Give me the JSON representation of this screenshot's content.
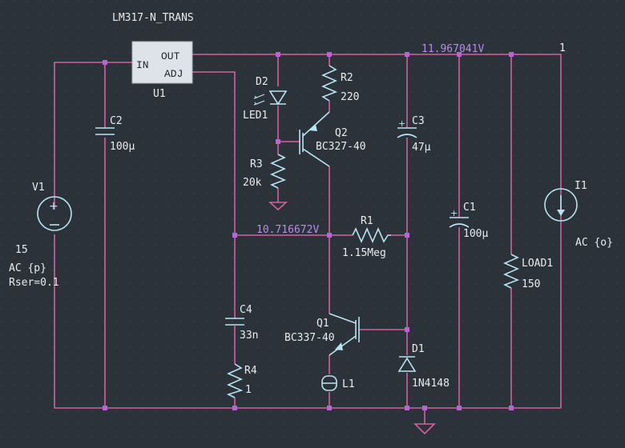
{
  "title": "LM317-N_TRANS",
  "net_label": "1",
  "voltages": {
    "out": "11.967041V",
    "adj": "10.716672V"
  },
  "u1": {
    "ref": "U1",
    "pin_in": "IN",
    "pin_out": "OUT",
    "pin_adj": "ADJ"
  },
  "v1": {
    "ref": "V1",
    "value": "15",
    "ac": "AC {p}",
    "rser": "Rser=0.1"
  },
  "c2": {
    "ref": "C2",
    "value": "100µ"
  },
  "d2": {
    "ref": "D2",
    "value": "LED1"
  },
  "r3": {
    "ref": "R3",
    "value": "20k"
  },
  "r2": {
    "ref": "R2",
    "value": "220"
  },
  "q2": {
    "ref": "Q2",
    "value": "BC327-40"
  },
  "c3": {
    "ref": "C3",
    "value": "47µ"
  },
  "c1": {
    "ref": "C1",
    "value": "100µ"
  },
  "i1": {
    "ref": "I1",
    "value": "AC {o}"
  },
  "load1": {
    "ref": "LOAD1",
    "value": "150"
  },
  "r1": {
    "ref": "R1",
    "value": "1.15Meg"
  },
  "c4": {
    "ref": "C4",
    "value": "33n"
  },
  "r4": {
    "ref": "R4",
    "value": "1"
  },
  "q1": {
    "ref": "Q1",
    "value": "BC337-40"
  },
  "l1": {
    "ref": "L1"
  },
  "d1": {
    "ref": "D1",
    "value": "1N4148"
  },
  "colors": {
    "background": "#2b323a",
    "wire": "#d65fa0",
    "component": "#b9e3f2",
    "node": "#b765d6",
    "voltage": "#b98be8"
  }
}
